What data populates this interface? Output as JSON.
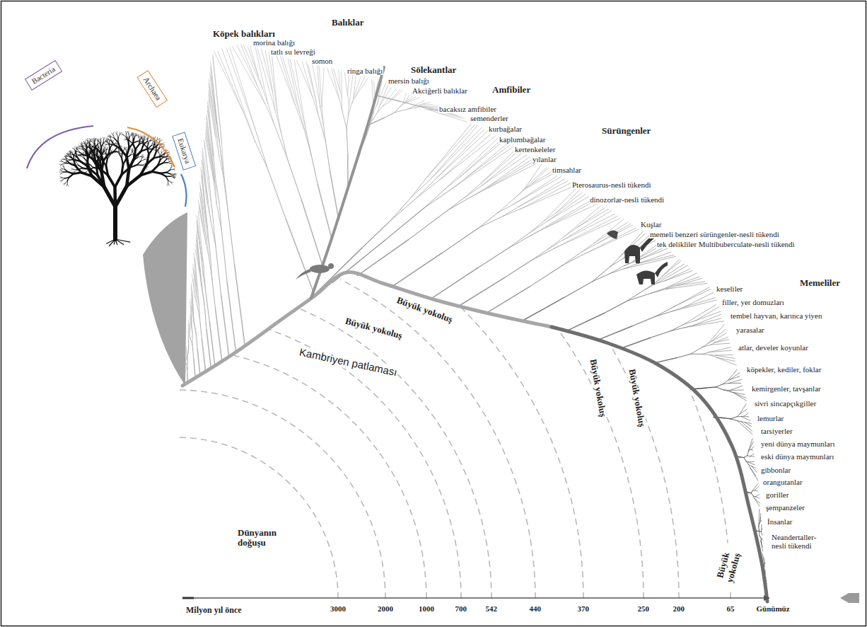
{
  "diagram": {
    "nodes": [
      {
        "text": [
          "Bacteria"
        ]
      },
      {
        "text": [
          "Archaea"
        ]
      },
      {
        "text": [
          "Eukarya"
        ]
      }
    ],
    "labels": [
      "Köpek balıkları",
      "Balıklar",
      "morina balığı",
      "tatlı su levreği",
      "somon",
      "ringa balığı",
      "Sölekantlar",
      "mersin balığı",
      "Akciğerli balıklar",
      "Amfibiler",
      "bacaksız amfibiler",
      "semenderler",
      "kurbağalar",
      "kaplumbağalar",
      "Sürüngenler",
      "kertenkeleler",
      "yılanlar",
      "timsahlar",
      "Pterosaurus-nesli tükendi",
      "dinozorlar-nesli tükendi",
      "Kuşlar",
      "memeli benzeri sürüngenler-nesli tükendi",
      "tek delikliler Multibuberculate-nesli tükendi",
      "Memeliler",
      "keseliler",
      "filler, yer domuzları",
      "tembel hayvan, karınca yiyen",
      "yarasalar",
      "atlar, develer koyunlar",
      "köpekler, kediler, foklar",
      "kemirgenler, tavşanlar",
      "sivri sincapçıkgiller",
      "lemurlar",
      "tarsiyerler",
      "yeni dünya maymunları",
      "eski dünya maymunları",
      "gibbonlar",
      "orangutanlar",
      "goriller",
      "şempanzeler",
      "İnsanlar",
      "Neandertaller- nesli tükendi",
      "Büyük yokoluş",
      "Büyük yokoluş",
      "Kambriyen patlaması",
      "Büyük yokoluş",
      "Büyük yokoluş",
      "Büyük yokoluş",
      "Dünyanın doğuşu",
      "Milyon yıl önce",
      "3000",
      "2000",
      "1000",
      "700",
      "542",
      "440",
      "370",
      "250",
      "200",
      "65",
      "Günümüz"
    ]
  }
}
